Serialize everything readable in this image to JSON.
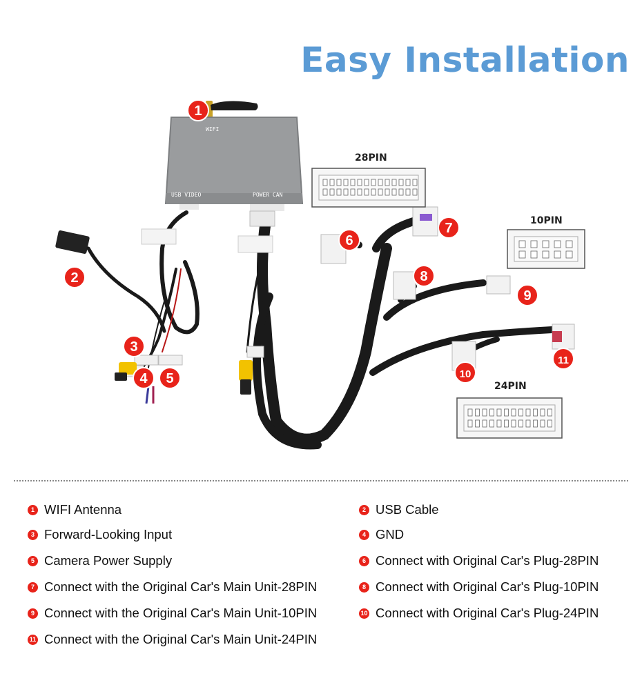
{
  "title": "Easy Installation",
  "box_labels": {
    "wifi": "WIFI",
    "usb_video": "USB VIDEO",
    "power_can": "POWER CAN"
  },
  "pin_labels": {
    "p28": "28PIN",
    "p10": "10PIN",
    "p24": "24PIN"
  },
  "badges": [
    "1",
    "2",
    "3",
    "4",
    "5",
    "6",
    "7",
    "8",
    "9",
    "10",
    "11"
  ],
  "colors": {
    "title": "#5b9bd5",
    "badge": "#e8231a",
    "cable": "#1a1a1a",
    "box": "#9a9c9e",
    "rca": "#f2c200"
  },
  "legend": [
    {
      "num": "1",
      "text": "WIFI Antenna"
    },
    {
      "num": "2",
      "text": "USB Cable"
    },
    {
      "num": "3",
      "text": "Forward-Looking Input"
    },
    {
      "num": "4",
      "text": "GND"
    },
    {
      "num": "5",
      "text": "Camera Power Supply"
    },
    {
      "num": "6",
      "text": "Connect with Original Car's Plug-28PIN"
    },
    {
      "num": "7",
      "text": "Connect with the Original Car's Main Unit-28PIN"
    },
    {
      "num": "8",
      "text": "Connect with Original Car's Plug-10PIN"
    },
    {
      "num": "9",
      "text": "Connect with the Original Car's Main Unit-10PIN"
    },
    {
      "num": "10",
      "text": "Connect with Original Car's Plug-24PIN"
    },
    {
      "num": "11",
      "text": "Connect with the Original Car's Main Unit-24PIN"
    }
  ]
}
